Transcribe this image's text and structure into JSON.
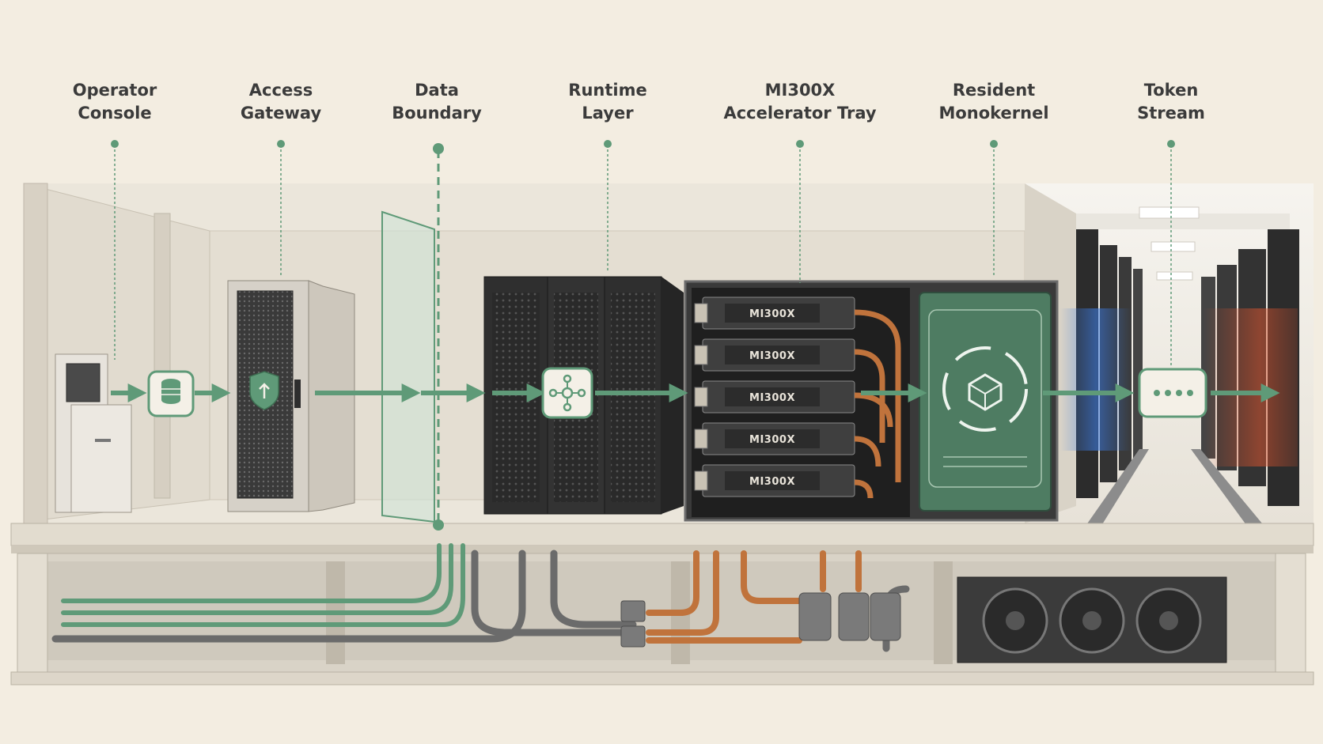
{
  "stages": [
    {
      "id": "operator-console",
      "line1": "Operator",
      "line2": "Console"
    },
    {
      "id": "access-gateway",
      "line1": "Access",
      "line2": "Gateway"
    },
    {
      "id": "data-boundary",
      "line1": "Data",
      "line2": "Boundary"
    },
    {
      "id": "runtime-layer",
      "line1": "Runtime",
      "line2": "Layer"
    },
    {
      "id": "accelerator-tray",
      "line1": "MI300X",
      "line2": "Accelerator Tray"
    },
    {
      "id": "resident-monokernel",
      "line1": "Resident",
      "line2": "Monokernel"
    },
    {
      "id": "token-stream",
      "line1": "Token",
      "line2": "Stream"
    }
  ],
  "tray": {
    "modules": [
      "MI300X",
      "MI300X",
      "MI300X",
      "MI300X",
      "MI300X"
    ]
  },
  "colors": {
    "flow_green": "#5f9a78",
    "dark_green": "#4e7c62",
    "copper": "#c0733c",
    "background": "#f3ede1"
  }
}
